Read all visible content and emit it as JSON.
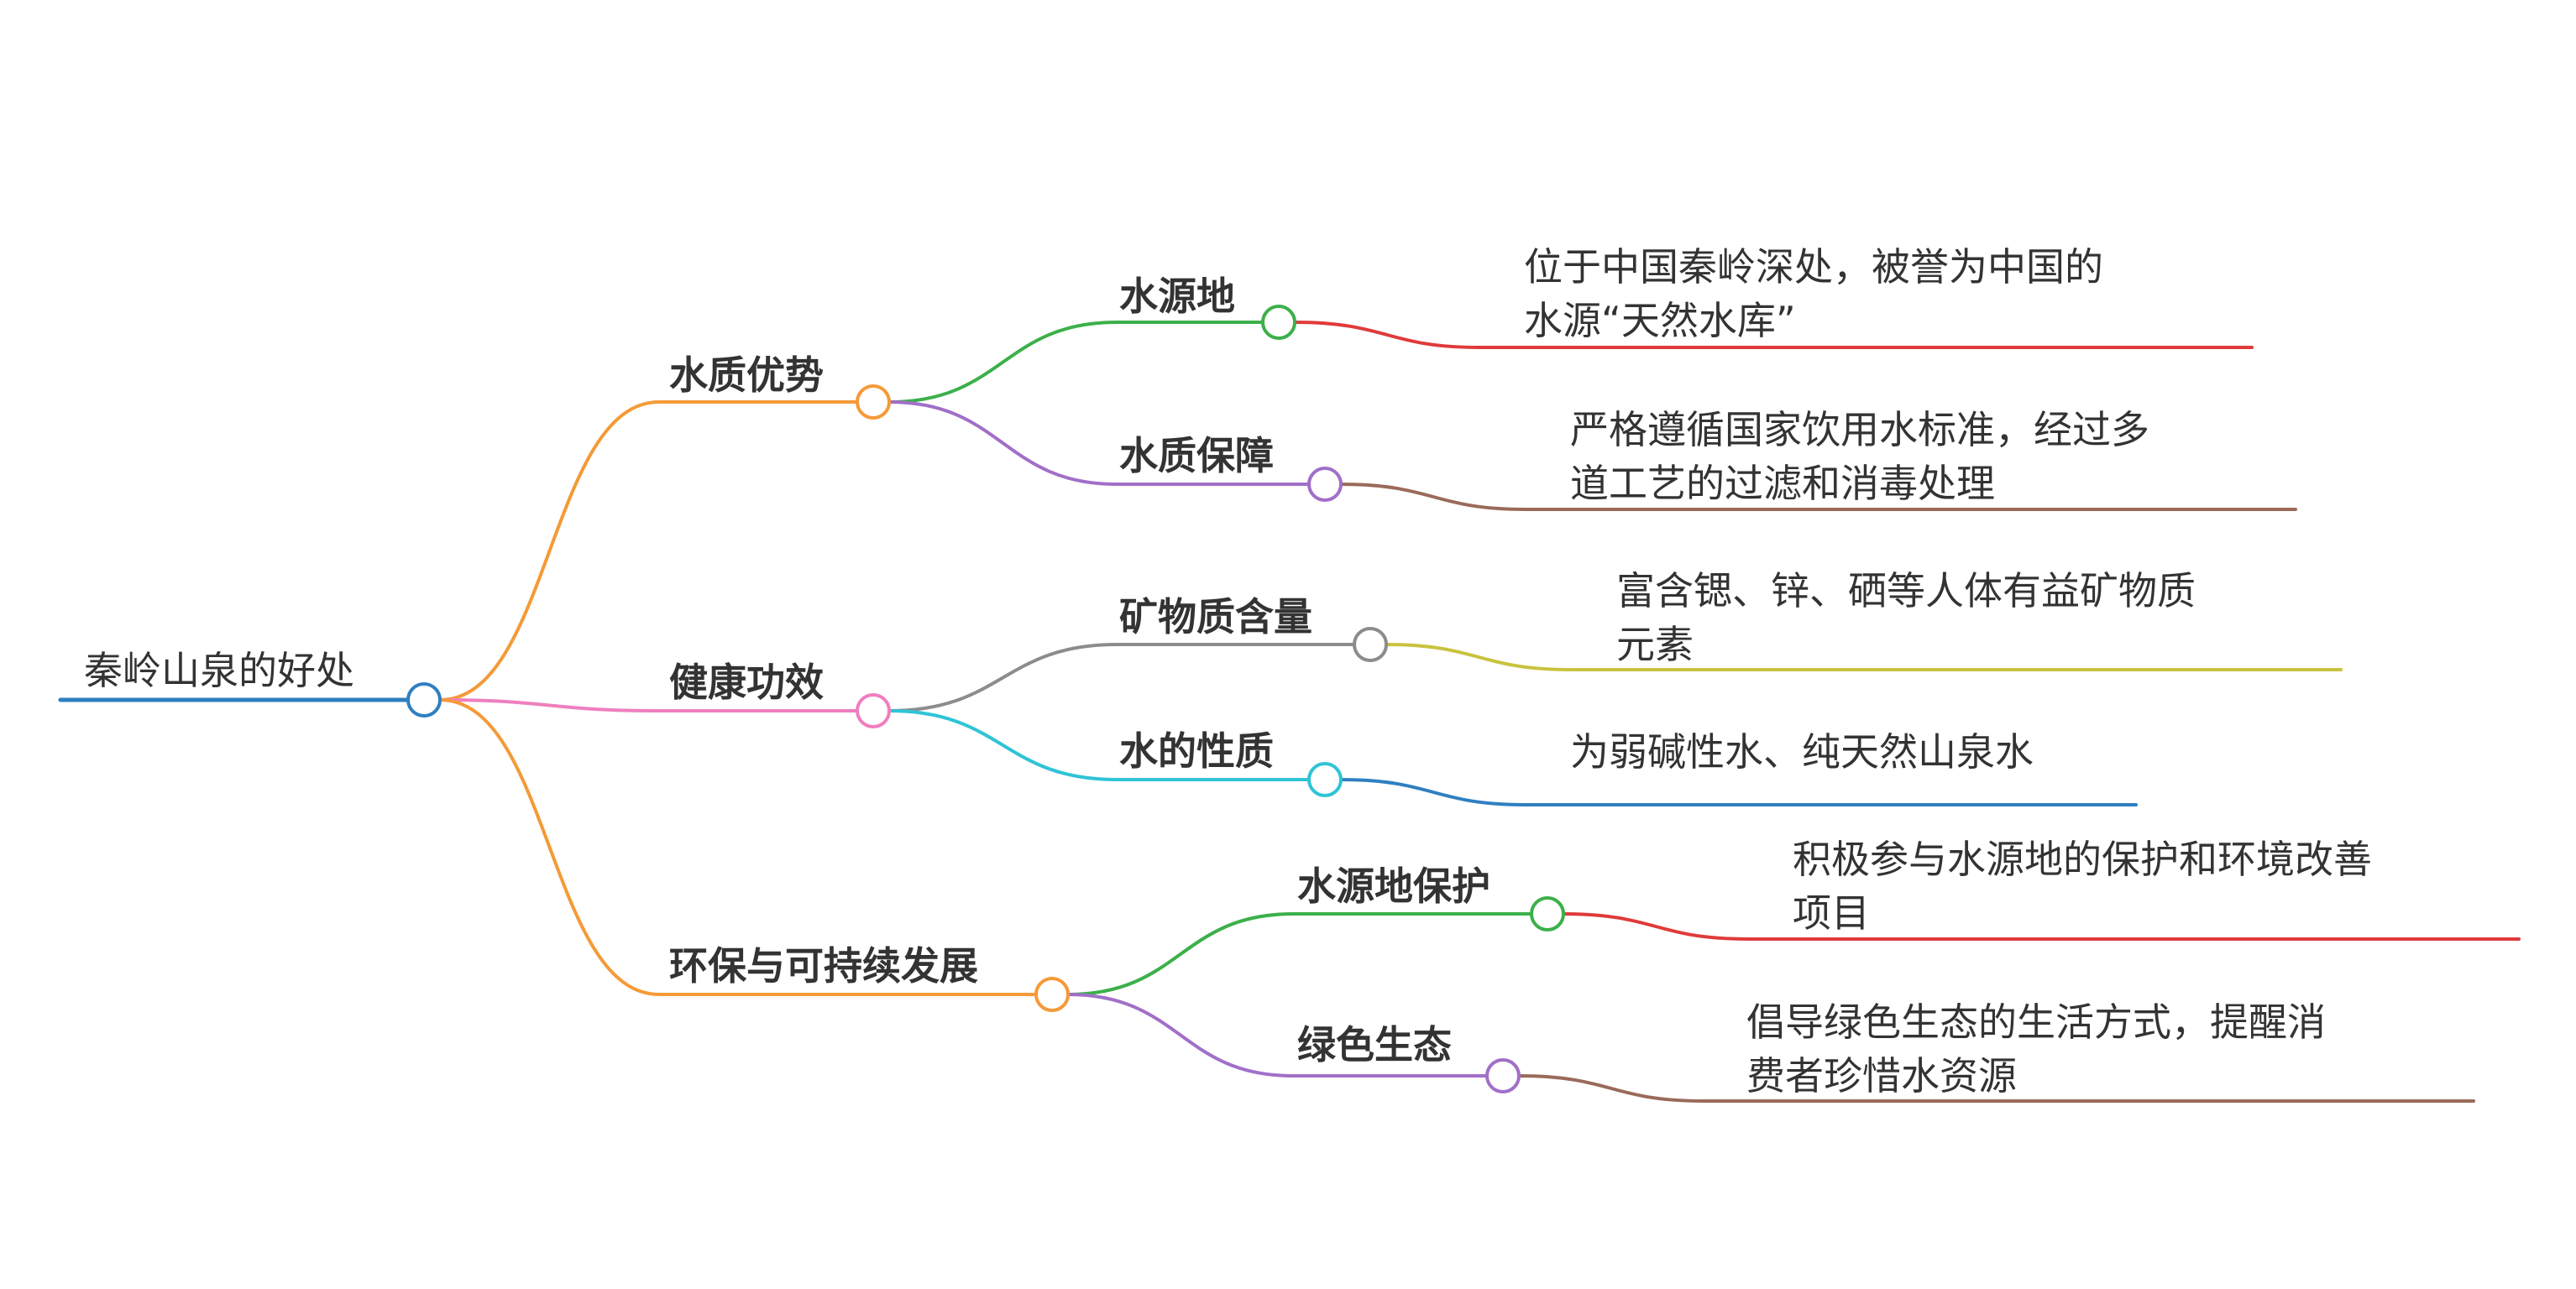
{
  "root": {
    "label": "秦岭山泉的好处",
    "color": "#2f7fc1"
  },
  "branches": [
    {
      "label": "水质优势",
      "color": "#f59a38",
      "children": [
        {
          "label": "水源地",
          "color": "#3cb04a",
          "leaf": [
            "位于中国秦岭深处，被誉为中国的",
            "水源“天然水库”"
          ],
          "leaf_color": "#e03a3a"
        },
        {
          "label": "水质保障",
          "color": "#a16fc8",
          "leaf": [
            "严格遵循国家饮用水标准，经过多",
            "道工艺的过滤和消毒处理"
          ],
          "leaf_color": "#9a6a5a"
        }
      ]
    },
    {
      "label": "健康功效",
      "color": "#ef7fbf",
      "children": [
        {
          "label": "矿物质含量",
          "color": "#8c8c8c",
          "leaf": [
            "富含锶、锌、硒等人体有益矿物质",
            "元素"
          ],
          "leaf_color": "#c9c23e"
        },
        {
          "label": "水的性质",
          "color": "#2fc4d6",
          "leaf": [
            "为弱碱性水、纯天然山泉水"
          ],
          "leaf_color": "#2f7fc1"
        }
      ]
    },
    {
      "label": "环保与可持续发展",
      "color": "#f59a38",
      "children": [
        {
          "label": "水源地保护",
          "color": "#3cb04a",
          "leaf": [
            "积极参与水源地的保护和环境改善",
            "项目"
          ],
          "leaf_color": "#e03a3a"
        },
        {
          "label": "绿色生态",
          "color": "#a16fc8",
          "leaf": [
            "倡导绿色生态的生活方式，提醒消",
            "费者珍惜水资源"
          ],
          "leaf_color": "#9a6a5a"
        }
      ]
    }
  ]
}
